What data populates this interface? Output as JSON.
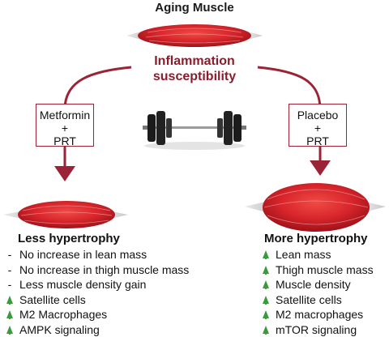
{
  "title": "Aging Muscle",
  "center_label_line1": "Inflammation",
  "center_label_line2": "susceptibility",
  "left_box": {
    "line1": "Metformin",
    "line2": "+",
    "line3": "PRT"
  },
  "right_box": {
    "line1": "Placebo",
    "line2": "+",
    "line3": "PRT"
  },
  "left_heading": "Less hypertrophy",
  "right_heading": "More hypertrophy",
  "left_items": [
    {
      "marker": "-",
      "text": "No increase in lean mass"
    },
    {
      "marker": "-",
      "text": "No increase in thigh muscle mass"
    },
    {
      "marker": "-",
      "text": "Less muscle density gain"
    },
    {
      "marker": "up-arrow",
      "text": "Satellite cells"
    },
    {
      "marker": "up-arrow",
      "text": "M2 Macrophages"
    },
    {
      "marker": "up-arrow",
      "text": "AMPK signaling"
    }
  ],
  "right_items": [
    {
      "marker": "up-arrow",
      "text": "Lean mass"
    },
    {
      "marker": "up-arrow",
      "text": "Thigh muscle mass"
    },
    {
      "marker": "up-arrow",
      "text": "Muscle density"
    },
    {
      "marker": "up-arrow",
      "text": "Satellite cells"
    },
    {
      "marker": "up-arrow",
      "text": "M2 macrophages"
    },
    {
      "marker": "up-arrow",
      "text": "mTOR signaling"
    }
  ],
  "colors": {
    "muscle": "#d4282e",
    "arrow": "#9b2335",
    "increase_arrow": "#3a9a3c",
    "label": "#8b1c2b"
  },
  "icons": [
    "muscle-icon",
    "barbell-icon",
    "up-arrow-icon"
  ]
}
